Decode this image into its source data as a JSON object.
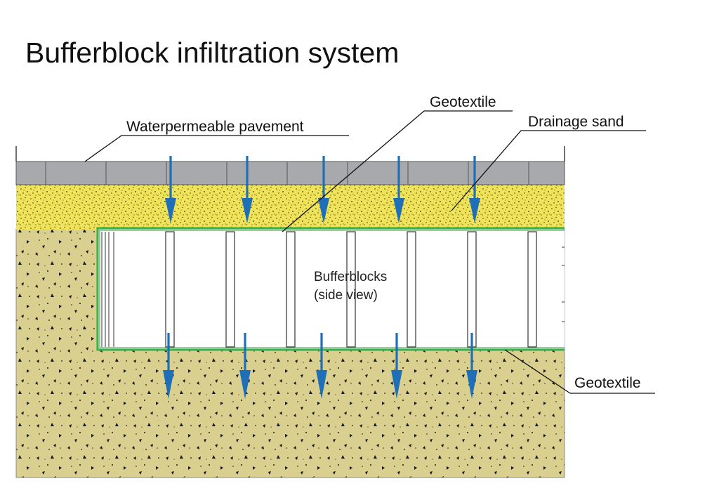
{
  "title": "Bufferblock infiltration system",
  "labels": {
    "pavement": "Waterpermeable pavement",
    "geotextile_top": "Geotextile",
    "drainage_sand": "Drainage sand",
    "blocks_line1": "Bufferblocks",
    "blocks_line2": "(side view)",
    "geotextile_bottom": "Geotextile"
  },
  "colors": {
    "sand_layer": "#efe35a",
    "soil": "#d9d08f",
    "paver": "#a7a9ac",
    "geotextile": "#3bb54a",
    "water_arrow": "#1f6fb8"
  },
  "icons": {
    "flow_arrow": "arrow-down-icon"
  }
}
